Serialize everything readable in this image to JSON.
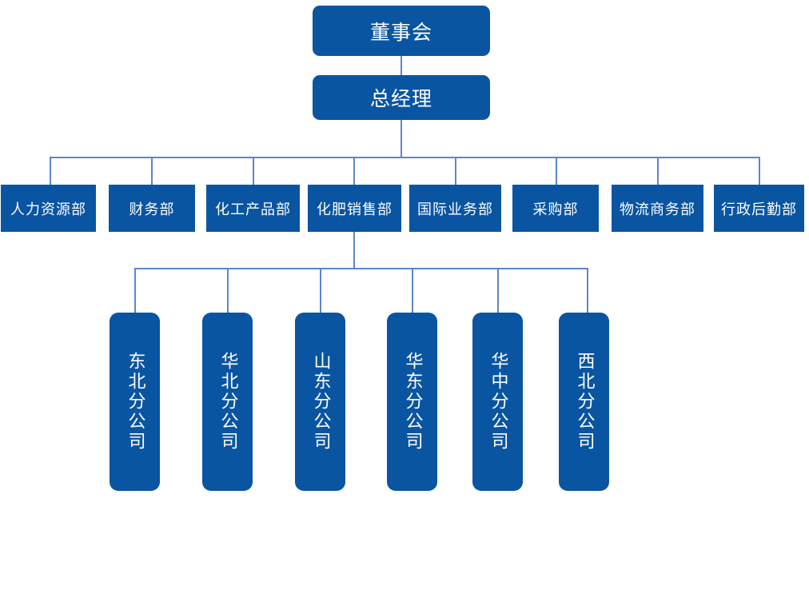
{
  "chart_data": {
    "type": "diagram",
    "title": "",
    "orientation": "top-down",
    "colors": {
      "node_fill": "#0A55A2",
      "node_text": "#FFFFFF",
      "connector": "#5C86C8",
      "background": "#FFFFFF"
    },
    "levels": [
      {
        "level": 1,
        "nodes": [
          "董事会"
        ]
      },
      {
        "level": 2,
        "nodes": [
          "总经理"
        ]
      },
      {
        "level": 3,
        "nodes": [
          "人力资源部",
          "财务部",
          "化工产品部",
          "化肥销售部",
          "国际业务部",
          "采购部",
          "物流商务部",
          "行政后勤部"
        ]
      },
      {
        "level": 4,
        "parent": "化肥销售部",
        "nodes": [
          "东北分公司",
          "华北分公司",
          "山东分公司",
          "华东分公司",
          "华中分公司",
          "西北分公司"
        ]
      }
    ]
  },
  "chart": {
    "root": {
      "label": "董事会"
    },
    "manager": {
      "label": "总经理"
    },
    "departments": [
      {
        "label": "人力资源部"
      },
      {
        "label": "财务部"
      },
      {
        "label": "化工产品部"
      },
      {
        "label": "化肥销售部"
      },
      {
        "label": "国际业务部"
      },
      {
        "label": "采购部"
      },
      {
        "label": "物流商务部"
      },
      {
        "label": "行政后勤部"
      }
    ],
    "branches": [
      {
        "label": "东北分公司"
      },
      {
        "label": "华北分公司"
      },
      {
        "label": "山东分公司"
      },
      {
        "label": "华东分公司"
      },
      {
        "label": "华中分公司"
      },
      {
        "label": "西北分公司"
      }
    ]
  }
}
